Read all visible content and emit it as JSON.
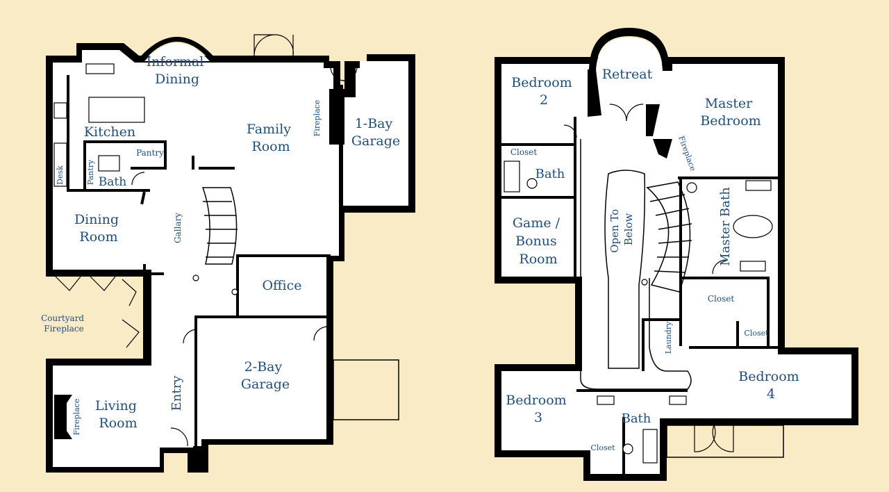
{
  "first_floor": {
    "rooms": {
      "informal_dining": [
        "Informal",
        "Dining"
      ],
      "kitchen": "Kitchen",
      "pantry_right": "Pantry",
      "pantry_left": "Pantry",
      "bath": "Bath",
      "desk": "Desk",
      "family_room": [
        "Family",
        "Room"
      ],
      "fireplace_family": "Fireplace",
      "garage_1bay": [
        "1-Bay",
        "Garage"
      ],
      "dining_room": [
        "Dining",
        "Room"
      ],
      "gallary": "Gallary",
      "office": "Office",
      "courtyard_fireplace": [
        "Courtyard",
        "Fireplace"
      ],
      "garage_2bay": [
        "2-Bay",
        "Garage"
      ],
      "living_room": [
        "Living",
        "Room"
      ],
      "fireplace_living": "Fireplace",
      "entry": "Entry"
    }
  },
  "second_floor": {
    "rooms": {
      "bedroom2": [
        "Bedroom",
        "2"
      ],
      "retreat": "Retreat",
      "master_bedroom": [
        "Master",
        "Bedroom"
      ],
      "closet_bed2": "Closet",
      "bath_upper": "Bath",
      "fireplace_master": "Fireplace",
      "game_bonus": [
        "Game /",
        "Bonus",
        "Room"
      ],
      "open_to_below": [
        "Open To",
        "Below"
      ],
      "master_bath": "Master Bath",
      "closet_master": "Closet",
      "closet_small": "Closet",
      "laundry": "Laundry",
      "bedroom3": [
        "Bedroom",
        "3"
      ],
      "bedroom4": [
        "Bedroom",
        "4"
      ],
      "bath_lower": "Bath",
      "closet_lower": "Closet"
    }
  },
  "colors": {
    "background": "#f8ebc6",
    "wall": "#000000",
    "floor": "#ffffff",
    "label": "#1f4e7a"
  }
}
